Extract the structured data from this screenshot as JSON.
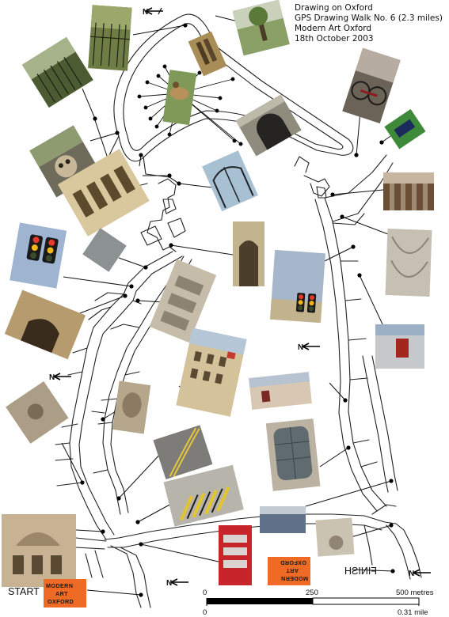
{
  "header": {
    "lines": [
      "Drawing on Oxford",
      "GPS Drawing Walk No. 6 (2.3 miles)",
      "Modern Art Oxford",
      "18th October 2003"
    ]
  },
  "labels": {
    "start": "START",
    "finish": "FINISH"
  },
  "logo": {
    "lines": [
      "MODERN",
      "ART",
      "OXFORD"
    ],
    "color": "#ef6a24"
  },
  "scale_bar": {
    "metric_ticks": [
      "0",
      "250",
      "500 metres"
    ],
    "imperial_ticks": [
      "0",
      "0.31 mile"
    ]
  },
  "north_arrow": {
    "letter": "N"
  }
}
